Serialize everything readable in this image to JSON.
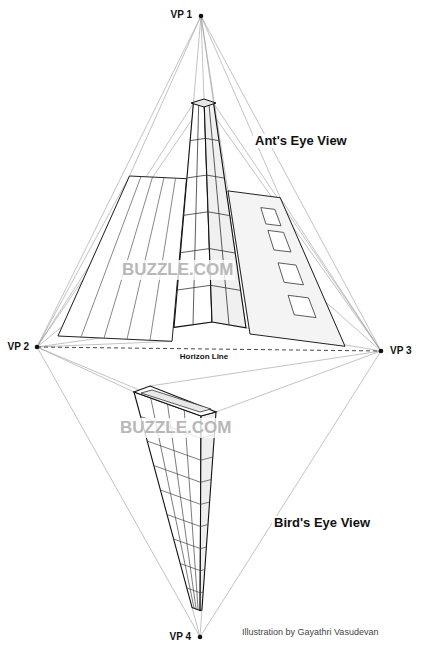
{
  "diagram": {
    "labels": [
      "VP 1",
      "Ant's Eye View",
      "BUZZLE.COM",
      "VP 2",
      "Horizon Line",
      "VP 3",
      "BUZZLE.COM",
      "Bird's Eye View",
      "VP 4",
      "Illustration by Gayathri Vasudevan"
    ]
  }
}
